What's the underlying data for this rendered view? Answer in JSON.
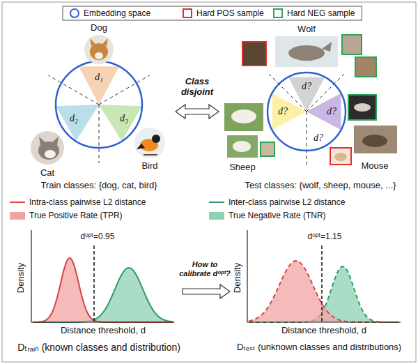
{
  "diagram": {
    "labels": [
      "Dog",
      "Cat",
      "Bird",
      "d₁",
      "d₂",
      "d₃",
      "Class disjoint",
      "Wolf",
      "Sheep",
      "Mouse",
      "d?",
      "d?",
      "d?",
      "d?",
      "Train classes: {dog, cat, bird}",
      "Test classes: {wolf, sheep, mouse, ...}",
      "dᵒᵖᵗ=0.95",
      "Density",
      "Distance threshold, d",
      "How to calibrate dᵒᵖᵗ?",
      "dᵒᵖᵗ=1.15",
      "Density",
      "Distance threshold, d",
      "Dₜᵣₐᵢₙ (known classes and distribution)",
      "Dₜₑₛₜ (unknown classes and distributions)"
    ],
    "legend": [
      {
        "text": "Embedding space"
      },
      {
        "text": "Hard POS sample"
      },
      {
        "text": "Hard NEG sample"
      },
      {
        "text": "Intra-class pairwise L2 distance"
      },
      {
        "text": "Inter-class pairwise L2 distance"
      },
      {
        "text": "True Positive Rate (TPR)",
        "color": "#f2a3a3"
      },
      {
        "text": "True Negative Rate (TNR)",
        "color": "#8fd1b3"
      }
    ]
  }
}
